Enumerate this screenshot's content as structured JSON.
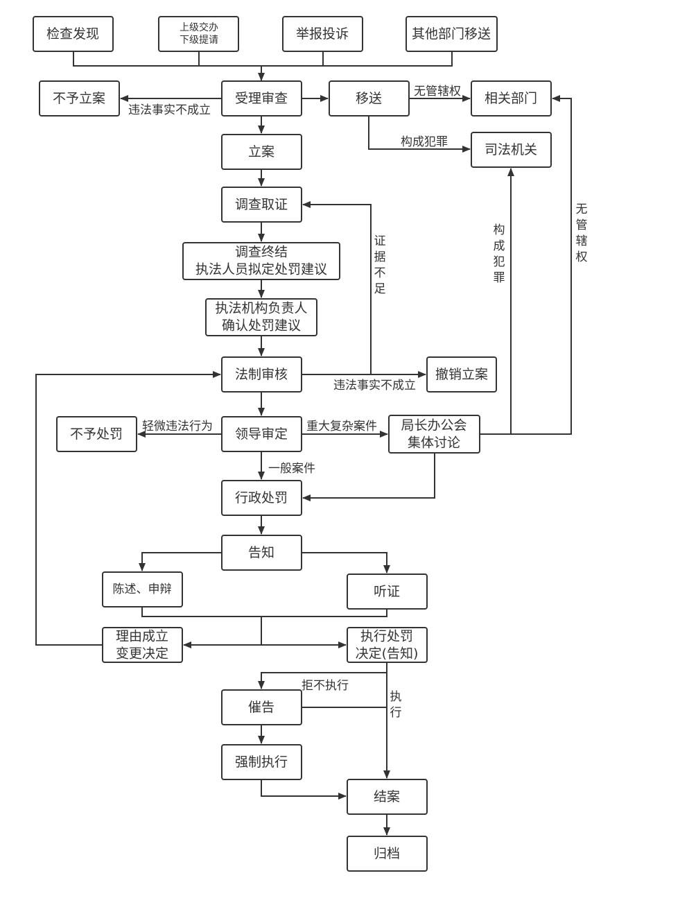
{
  "colors": {
    "stroke": "#333333",
    "fill": "#ffffff",
    "text": "#333333"
  },
  "nodes": {
    "jianchafaxian": "检查发现",
    "shangjijiaoban": [
      "上级交办",
      "下级提请"
    ],
    "jubaotousu": "举报投诉",
    "qitabumen": "其他部门移送",
    "buyulian": "不予立案",
    "shoulishencha": "受理审查",
    "yisong": "移送",
    "xiangguanbumen": "相关部门",
    "sifajiguan": "司法机关",
    "lian": "立案",
    "diaochaquzheng": "调查取证",
    "diaochazhongjie": [
      "调查终结",
      "执法人员拟定处罚建议"
    ],
    "fuzeren": [
      "执法机构负责人",
      "确认处罚建议"
    ],
    "fazhishenhe": "法制审核",
    "chexiaolian": "撤销立案",
    "buyuchufa": "不予处罚",
    "lingdaoshending": "领导审定",
    "juzhangbangonghui": [
      "局长办公会",
      "集体讨论"
    ],
    "xingzhengchufa": "行政处罚",
    "gaozhi": "告知",
    "chenshu": "陈述、申辩",
    "tingzheng": "听证",
    "liyouchengli": [
      "理由成立",
      "变更决定"
    ],
    "zhixingchufa": [
      "执行处罚",
      "决定(告知)"
    ],
    "cuigao": "催告",
    "qiangzhizhixing": "强制执行",
    "jiean": "结案",
    "guidang": "归档"
  },
  "edge_labels": {
    "weifa_1": "违法事实不成立",
    "wuguanxiaquan_h": "无管辖权",
    "goucheng_h": "构成犯罪",
    "zhengjubuzu": "证据不足",
    "goucheng_v": "构成犯罪",
    "wuguanxiaquan_v": "无管辖权",
    "weifa_2": "违法事实不成立",
    "qingwei": "轻微违法行为",
    "zhongda": "重大复杂案件",
    "yiban": "一般案件",
    "jubuzhixing": "拒不执行",
    "zhixing": "执行"
  }
}
